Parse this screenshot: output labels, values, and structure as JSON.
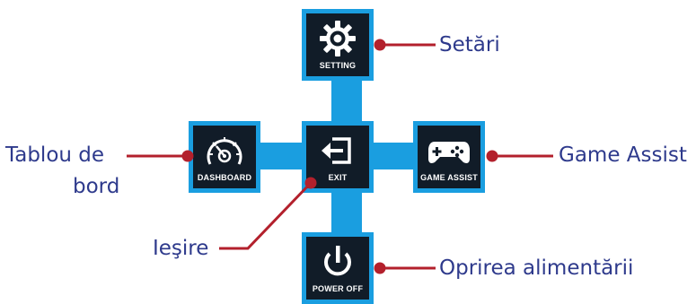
{
  "menu": {
    "setting": {
      "tile_label": "SETTING",
      "callout": "Setări",
      "icon": "gear-icon"
    },
    "dashboard": {
      "tile_label": "DASHBOARD",
      "callout_line1": "Tablou de",
      "callout_line2": "bord",
      "icon": "speedometer-icon"
    },
    "exit": {
      "tile_label": "EXIT",
      "callout": "Ieşire",
      "icon": "exit-icon"
    },
    "game_assist": {
      "tile_label": "GAME ASSIST",
      "callout": "Game Assist",
      "icon": "gamepad-icon"
    },
    "power_off": {
      "tile_label": "POWER OFF",
      "callout": "Oprirea alimentării",
      "icon": "power-icon"
    }
  },
  "colors": {
    "tile_border": "#1a9ee0",
    "tile_bg": "#111c28",
    "callout_line": "#b3202c",
    "callout_text": "#2e3a8c"
  }
}
